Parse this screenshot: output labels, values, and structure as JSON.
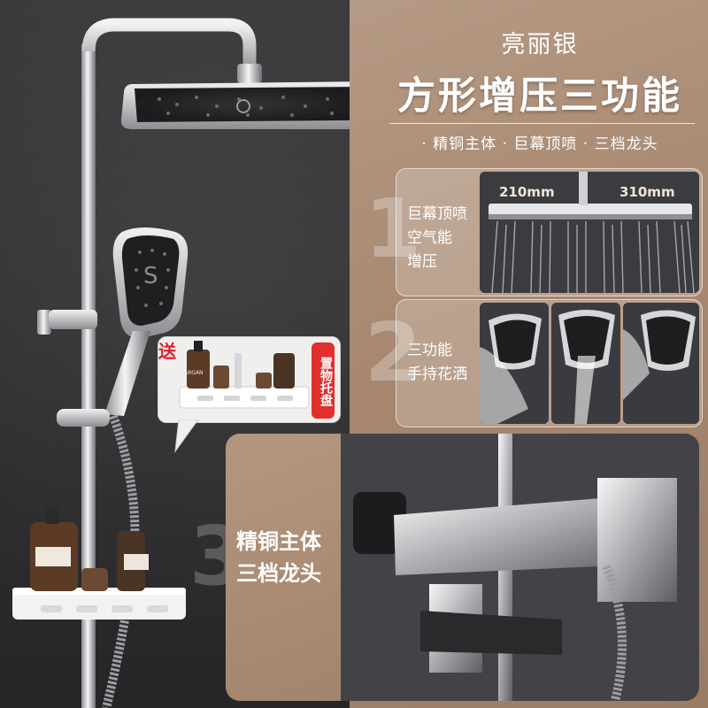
{
  "header": {
    "finish": "亮丽银",
    "headline": "方形增压三功能",
    "features": "· 精铜主体 · 巨幕顶喷 · 三档龙头"
  },
  "feature_1": {
    "number": "1",
    "lines": [
      "巨幕顶喷",
      "空气能",
      "增压"
    ],
    "size_labels": [
      "210mm",
      "310mm"
    ]
  },
  "feature_2": {
    "number": "2",
    "lines": [
      "三功能",
      "手持花洒"
    ]
  },
  "feature_3": {
    "number": "3",
    "lines": [
      "精铜主体",
      "三档龙头"
    ]
  },
  "gift": {
    "tag": "送",
    "label": "置物托盘",
    "bottle_text": "ARGAN"
  },
  "colors": {
    "accent_bronze": "#a7876f",
    "gift_red": "#e0302e",
    "chrome": "#d9dadc"
  }
}
